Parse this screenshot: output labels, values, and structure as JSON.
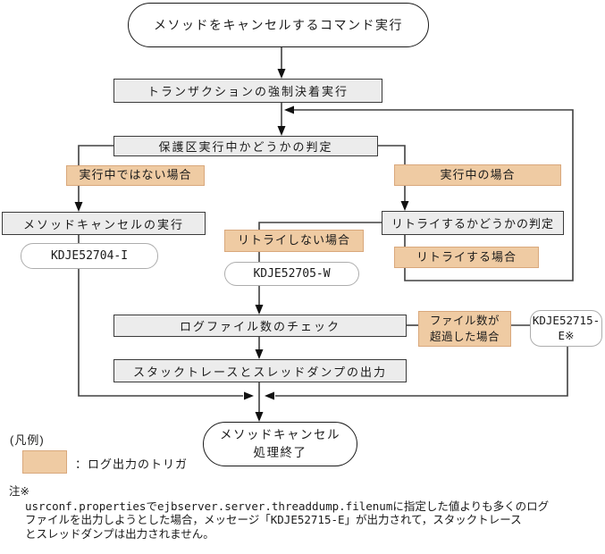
{
  "flow": {
    "start": "メソッドをキャンセルするコマンド実行",
    "transaction": "トランザクションの強制決着実行",
    "protected_check": "保護区実行中かどうかの判定",
    "label_not_running": "実行中ではない場合",
    "label_running": "実行中の場合",
    "method_cancel": "メソッドキャンセルの実行",
    "msg_52704": "KDJE52704-I",
    "retry_check": "リトライするかどうかの判定",
    "label_no_retry": "リトライしない場合",
    "label_retry": "リトライする場合",
    "msg_52705": "KDJE52705-W",
    "log_check": "ログファイル数のチェック",
    "label_file_over_1": "ファイル数が",
    "label_file_over_2": "超過した場合",
    "msg_52715_1": "KDJE52715-",
    "msg_52715_2": "E※",
    "stack_dump": "スタックトレースとスレッドダンプの出力",
    "end_1": "メソッドキャンセル",
    "end_2": "処理終了"
  },
  "legend": {
    "heading": "(凡例)",
    "trigger_label": "：ログ出力のトリガ"
  },
  "note": {
    "heading": "注※",
    "line1": "usrconf.propertiesでejbserver.server.threaddump.filenumに指定した値よりも多くのログ",
    "line2": "ファイルを出力しようとした場合，メッセージ「KDJE52715-E」が出力されて，スタックトレース",
    "line3": "とスレッドダンプは出力されません。"
  },
  "colors": {
    "trigger_fill": "#EFCBA3",
    "trigger_border": "#D9A87C",
    "process_fill": "#ECECEC",
    "process_border": "#3B3B3B",
    "line": "#404040"
  }
}
